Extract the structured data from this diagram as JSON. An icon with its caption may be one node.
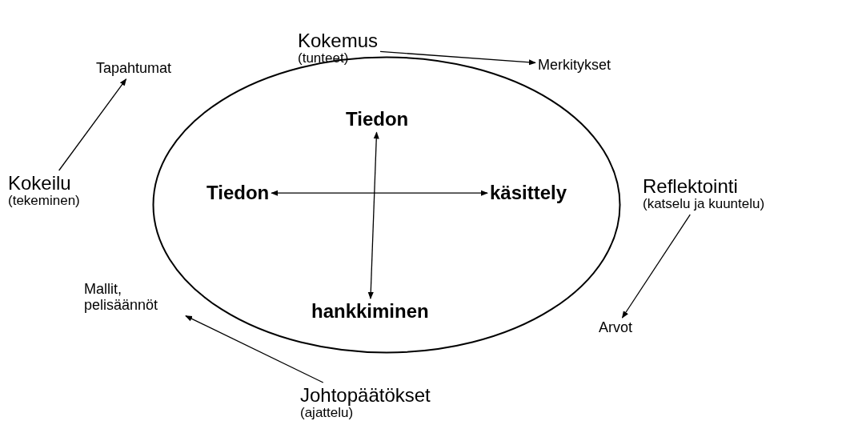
{
  "diagram": {
    "nodes": [
      {
        "text": [
          "Kokemus",
          "(tunteet)"
        ]
      },
      {
        "text": [
          "Tapahtumat"
        ]
      },
      {
        "text": [
          "Merkitykset"
        ]
      },
      {
        "text": [],
        "shape": "ellipse"
      },
      {
        "text": [
          "Tiedon"
        ],
        "in": 3
      },
      {
        "text": [
          "Kokeilu",
          "(tekeminen)"
        ]
      },
      {
        "text": [
          "Tiedon"
        ],
        "in": 3
      },
      {
        "text": [
          "käsittely"
        ],
        "in": 3
      },
      {
        "text": [
          "Reflektointi",
          "(katselu ja kuuntelu)"
        ]
      },
      {
        "text": [
          "hankkiminen"
        ],
        "in": 3
      },
      {
        "text": [
          "Mallit, pelisäännöt"
        ]
      },
      {
        "text": [
          "Arvot"
        ]
      },
      {
        "text": [
          "Johtopäätökset",
          "(ajattelu)"
        ]
      }
    ],
    "edges": [
      {
        "from": 5,
        "to": 1,
        "arrow": "to"
      },
      {
        "from": 0,
        "to": 2,
        "arrow": "to"
      },
      {
        "from": 8,
        "to": 11,
        "arrow": "to"
      },
      {
        "from": 12,
        "to": 10,
        "arrow": "to"
      },
      {
        "from": 4,
        "to": 9,
        "arrow": "both"
      },
      {
        "from": 6,
        "to": 7,
        "arrow": "both"
      }
    ]
  }
}
